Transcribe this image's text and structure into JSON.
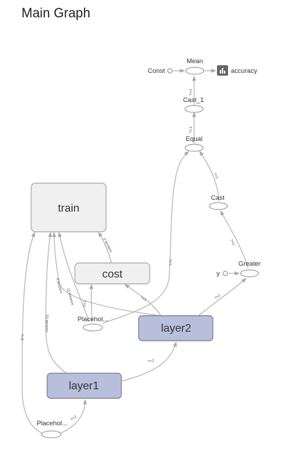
{
  "title": "Main Graph",
  "nodes": {
    "mean": "Mean",
    "const": "Const",
    "accuracy": "accuracy",
    "cast_1": "Cast_1",
    "equal": "Equal",
    "cast": "Cast",
    "greater": "Greater",
    "y": "y",
    "train": "train",
    "cost": "cost",
    "placeholder_a": "Placehol...",
    "layer2": "layer2",
    "layer1": "layer1",
    "placeholder_b": "Placehol..."
  },
  "edge_labels": {
    "cast1_to_mean": "?×1",
    "equal_to_cast1": "?×1",
    "cast_to_equal": "?×1",
    "greater_to_cast": "?×1",
    "layer2_to_equal": "?×1",
    "layer2_to_greater": "?×1",
    "placeholder_to_cost": "?×1",
    "cost_to_train": "3 tensors",
    "layer2_to_cost": "?×1",
    "to_train_a": "4 tensors",
    "to_train_b": "11 tensors",
    "layer1_to_train": "10 tensors",
    "placeholder_to_train": "?×2",
    "layer1_to_layer2": "?×2",
    "placeholder_to_layer1": "?×2"
  },
  "colors": {
    "group_gray": "#f0f0f0",
    "group_blue": "#b7bfdd",
    "edge": "#b4b4b4",
    "summary_icon": "#666666"
  }
}
